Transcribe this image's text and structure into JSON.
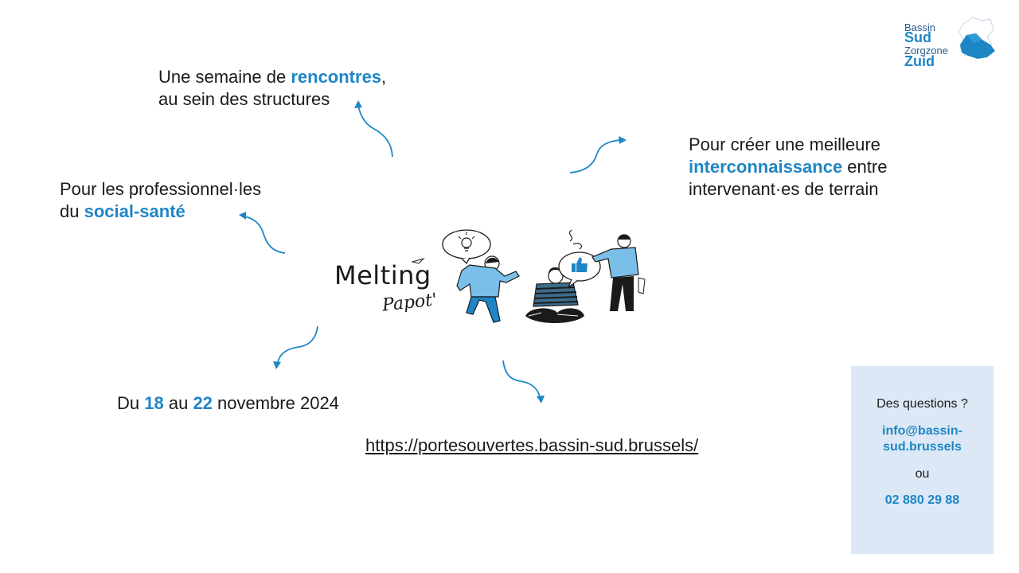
{
  "logo": {
    "line1": "Bassin",
    "line2": "Sud",
    "line3": "Zorgzone",
    "line4": "Zuid"
  },
  "block_rencontres": {
    "pre": "Une semaine de ",
    "highlight": "rencontres",
    "post": ",",
    "line2": "au sein des structures"
  },
  "block_interconnaissance": {
    "line1": "Pour créer une meilleure",
    "highlight": "interconnaissance",
    "post": " entre",
    "line3": "intervenant·es de terrain"
  },
  "block_social": {
    "line1": "Pour les professionnel·les",
    "pre": "du ",
    "highlight": "social-santé"
  },
  "block_dates": {
    "pre": "Du ",
    "day1": "18",
    "mid": " au ",
    "day2": "22",
    "post": " novembre 2024"
  },
  "url": "https://portesouvertes.bassin-sud.brussels/",
  "event_title": {
    "main": "Melting",
    "sub": "Papot'"
  },
  "contact": {
    "question": "Des questions ?",
    "email_line1": "info@bassin-",
    "email_line2": "sud.brussels",
    "or": "ou",
    "phone": "02 880 29 88"
  },
  "colors": {
    "accent": "#1f86c6",
    "contact_bg": "#dce8f5",
    "figure_light": "#79bfe8"
  }
}
